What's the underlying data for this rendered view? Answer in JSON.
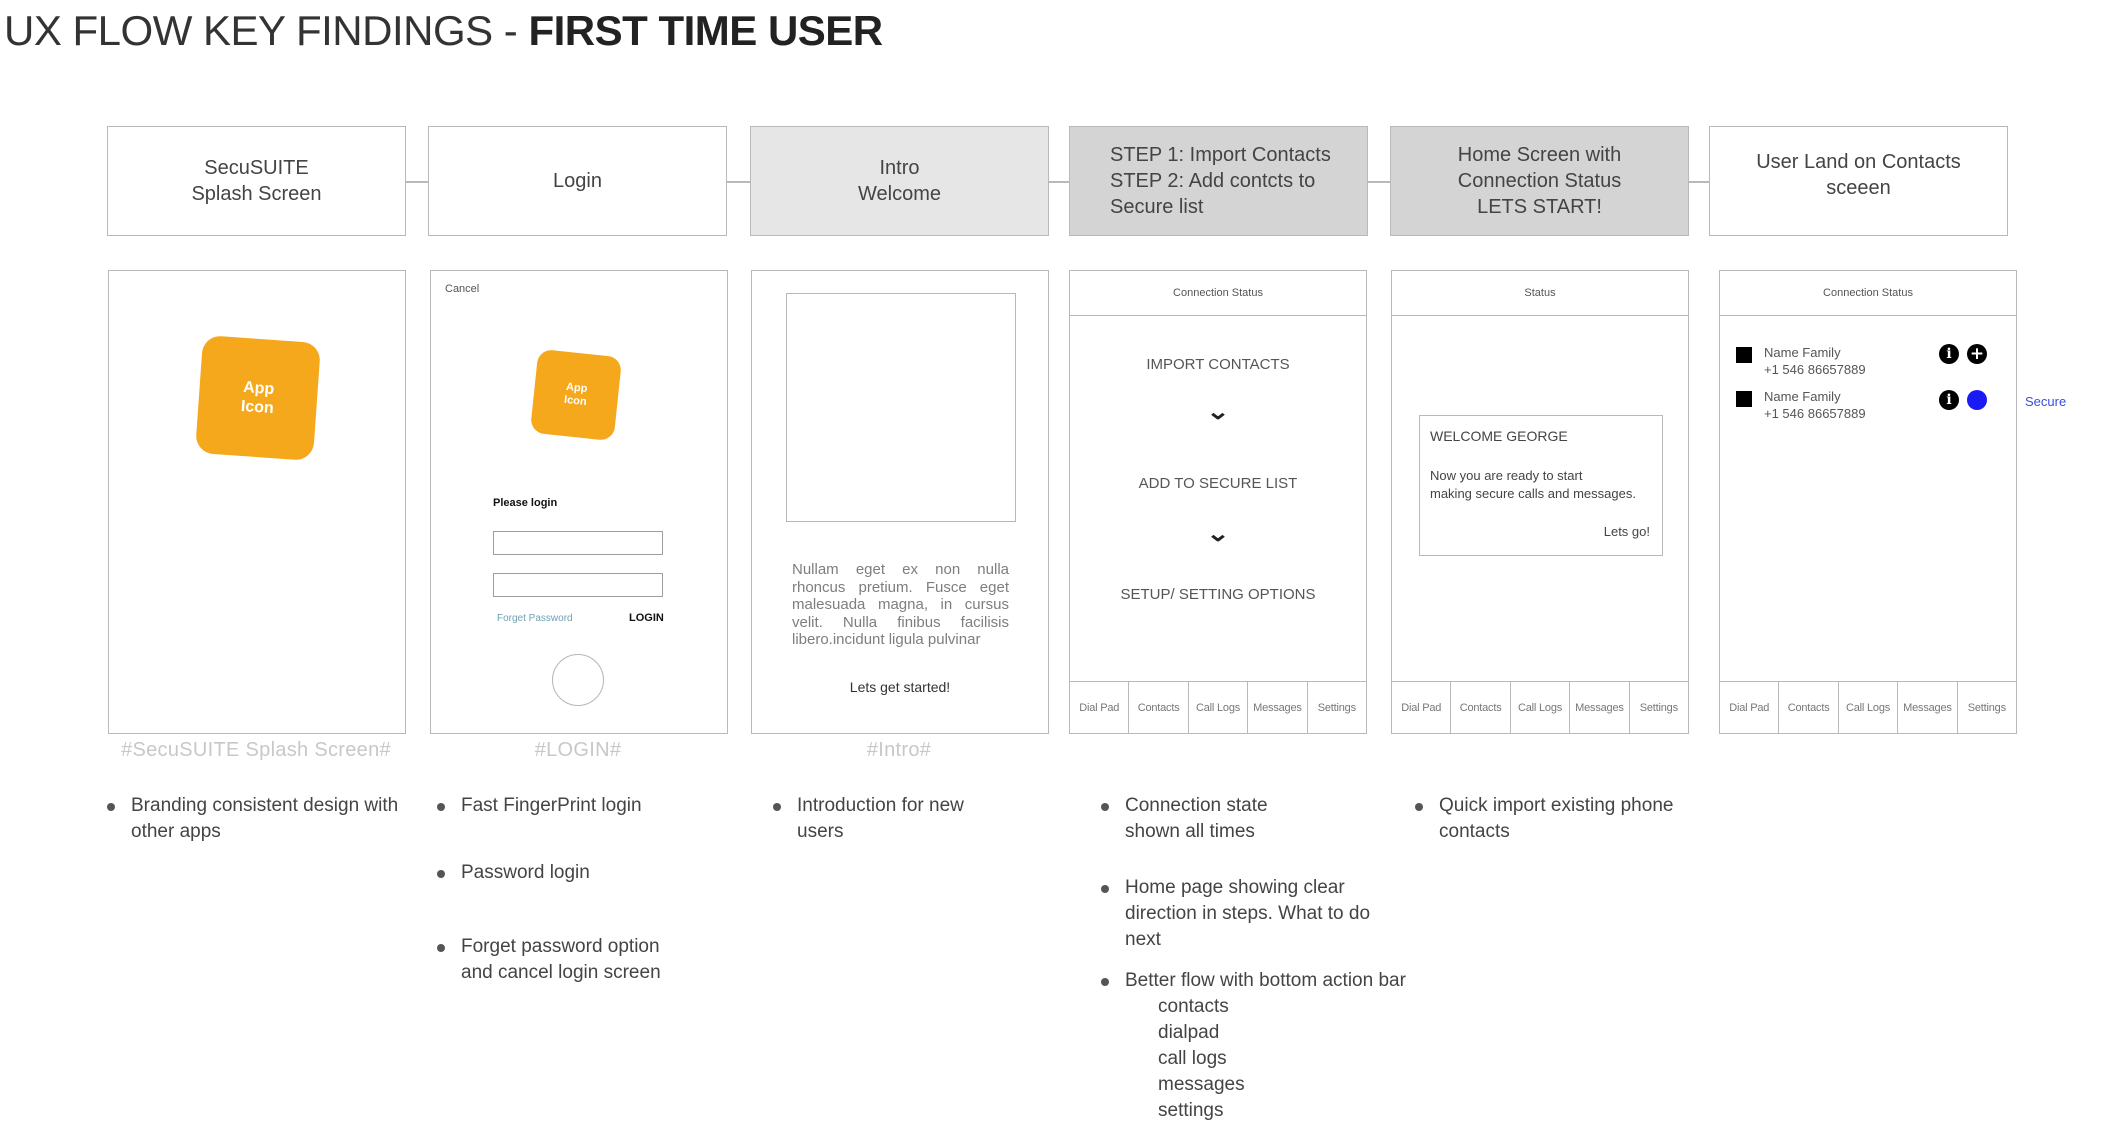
{
  "title": {
    "prefix": "UX FLOW KEY FINDINGS - ",
    "bold": "FIRST TIME USER"
  },
  "steps": [
    {
      "l1": "SecuSUITE",
      "l2": "Splash Screen"
    },
    {
      "l1": "Login"
    },
    {
      "l1": "Intro",
      "l2": "Welcome"
    },
    {
      "l1": "STEP 1: Import Contacts",
      "l2": "STEP 2: Add contcts to",
      "l3": "Secure list"
    },
    {
      "l1": "Home Screen with",
      "l2": "Connection Status",
      "l3": "LETS START!"
    },
    {
      "l1": "User Land on Contacts sceeen"
    }
  ],
  "labels": {
    "splash": "#SecuSUITE Splash Screen#",
    "login": "#LOGIN#",
    "intro": "#Intro#"
  },
  "splash": {
    "icon_l1": "App",
    "icon_l2": "Icon"
  },
  "login": {
    "cancel": "Cancel",
    "icon_l1": "App",
    "icon_l2": "Icon",
    "please": "Please login",
    "forget": "Forget Password",
    "button": "LOGIN"
  },
  "intro": {
    "lorem": "Nullam eget ex non nulla rhoncus pretium. Fusce eget malesuada magna, in cursus velit. Nulla finibus facilisis libero.incidunt ligula pulvinar",
    "start": "Lets get started!"
  },
  "import": {
    "header": "Connection Status",
    "item1": "IMPORT CONTACTS",
    "item2": "ADD TO SECURE LIST",
    "item3": "SETUP/ SETTING OPTIONS",
    "chevron": "⌄"
  },
  "home": {
    "header": "Status",
    "card_title": "WELCOME GEORGE",
    "card_l1": "Now you are ready to start",
    "card_l2": "making secure calls and messages.",
    "card_link": "Lets go!"
  },
  "contacts": {
    "header": "Connection Status",
    "rows": [
      {
        "name": "Name Family",
        "phone": "+1 546 86657889",
        "info": "i",
        "action": "+"
      },
      {
        "name": "Name Family",
        "phone": "+1 546 86657889",
        "info": "i"
      }
    ],
    "secure": "Secure"
  },
  "tabs": [
    "Dial Pad",
    "Contacts",
    "Call Logs",
    "Messages",
    "Settings"
  ],
  "findings": {
    "splash": [
      "Branding consistent design with other apps"
    ],
    "login": [
      "Fast FingerPrint login",
      "Password login",
      "Forget password option and cancel login screen"
    ],
    "intro": [
      "Introduction for new users"
    ],
    "import": [
      "Connection state shown all times",
      "Home page showing clear direction in steps. What to do next",
      "Better flow with bottom action bar"
    ],
    "import_sub": [
      "contacts",
      "dialpad",
      "call logs",
      "messages",
      "settings"
    ],
    "home": [
      "Quick import existing phone contacts"
    ]
  },
  "colors": {
    "accent": "#f6a81c",
    "secure_blue": "#1a1af5",
    "box_gray": "#e6e6e6",
    "box_dark": "#d4d4d4"
  }
}
